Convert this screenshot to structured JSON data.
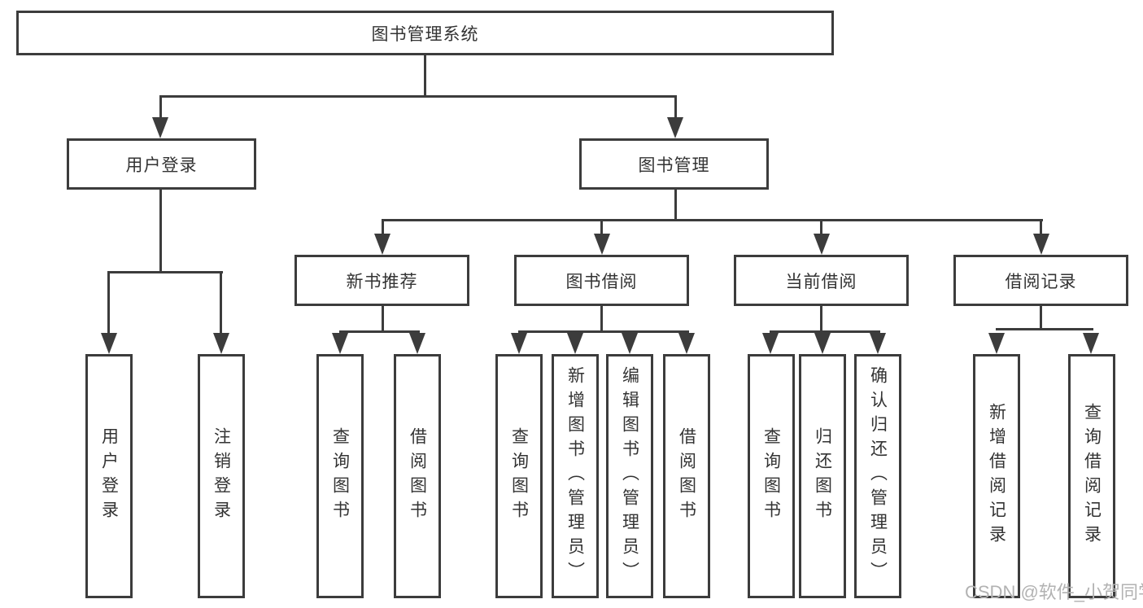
{
  "diagram": {
    "title_node": "图书管理系统",
    "nodes": {
      "root": "图书管理系统",
      "user_login": "用户登录",
      "book_management": "图书管理",
      "new_book_recommend": "新书推荐",
      "book_borrowing": "图书借阅",
      "current_borrowing": "当前借阅",
      "borrowing_records": "借阅记录",
      "leaf_user_login": "用户登录",
      "leaf_logout": "注销登录",
      "leaf_query_book_recommend": "查询图书",
      "leaf_borrow_book_recommend": "借阅图书",
      "leaf_query_book_borrowing": "查询图书",
      "leaf_add_book_admin": "新增图书（管理员）",
      "leaf_edit_book_admin": "编辑图书（管理员）",
      "leaf_borrow_book_borrowing": "借阅图书",
      "leaf_query_book_current": "查询图书",
      "leaf_return_book": "归还图书",
      "leaf_confirm_return_admin": "确认归还（管理员）",
      "leaf_add_borrow_record": "新增借阅记录",
      "leaf_query_borrow_record": "查询借阅记录"
    },
    "hierarchy": {
      "图书管理系统": {
        "用户登录": [
          "用户登录",
          "注销登录"
        ],
        "图书管理": {
          "新书推荐": [
            "查询图书",
            "借阅图书"
          ],
          "图书借阅": [
            "查询图书",
            "新增图书（管理员）",
            "编辑图书（管理员）",
            "借阅图书"
          ],
          "当前借阅": [
            "查询图书",
            "归还图书",
            "确认归还（管理员）"
          ],
          "借阅记录": [
            "新增借阅记录",
            "查询借阅记录"
          ]
        }
      }
    },
    "watermark": {
      "text": "CSDN @软件_小贺同学"
    },
    "colors": {
      "line": "#3c3c3c",
      "text": "#333333",
      "watermark": "#b2b2b2",
      "background": "#ffffff"
    }
  }
}
